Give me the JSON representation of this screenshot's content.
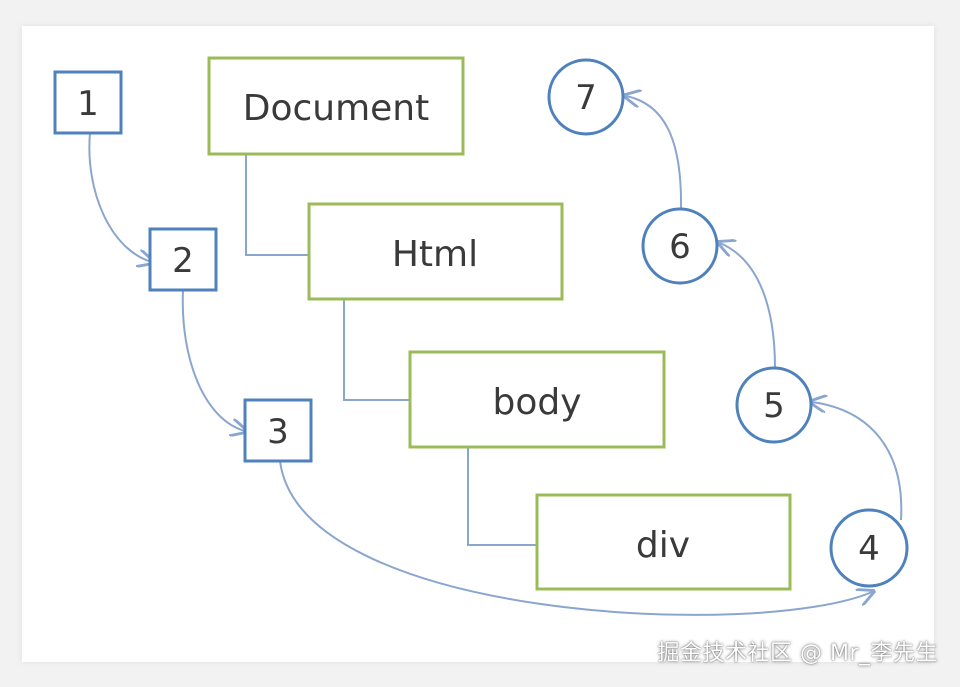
{
  "colors": {
    "dom_box_stroke": "#9bbb59",
    "step_stroke": "#4f81bd",
    "connector": "#8aa6cf",
    "text": "#3a3a3a"
  },
  "dom_nodes": {
    "document": "Document",
    "html": "Html",
    "body": "body",
    "div": "div"
  },
  "capture_steps": [
    "1",
    "2",
    "3"
  ],
  "target_step": "4",
  "bubble_steps": [
    "5",
    "6",
    "7"
  ],
  "watermark": "掘金技术社区 @ Mr_李先生"
}
